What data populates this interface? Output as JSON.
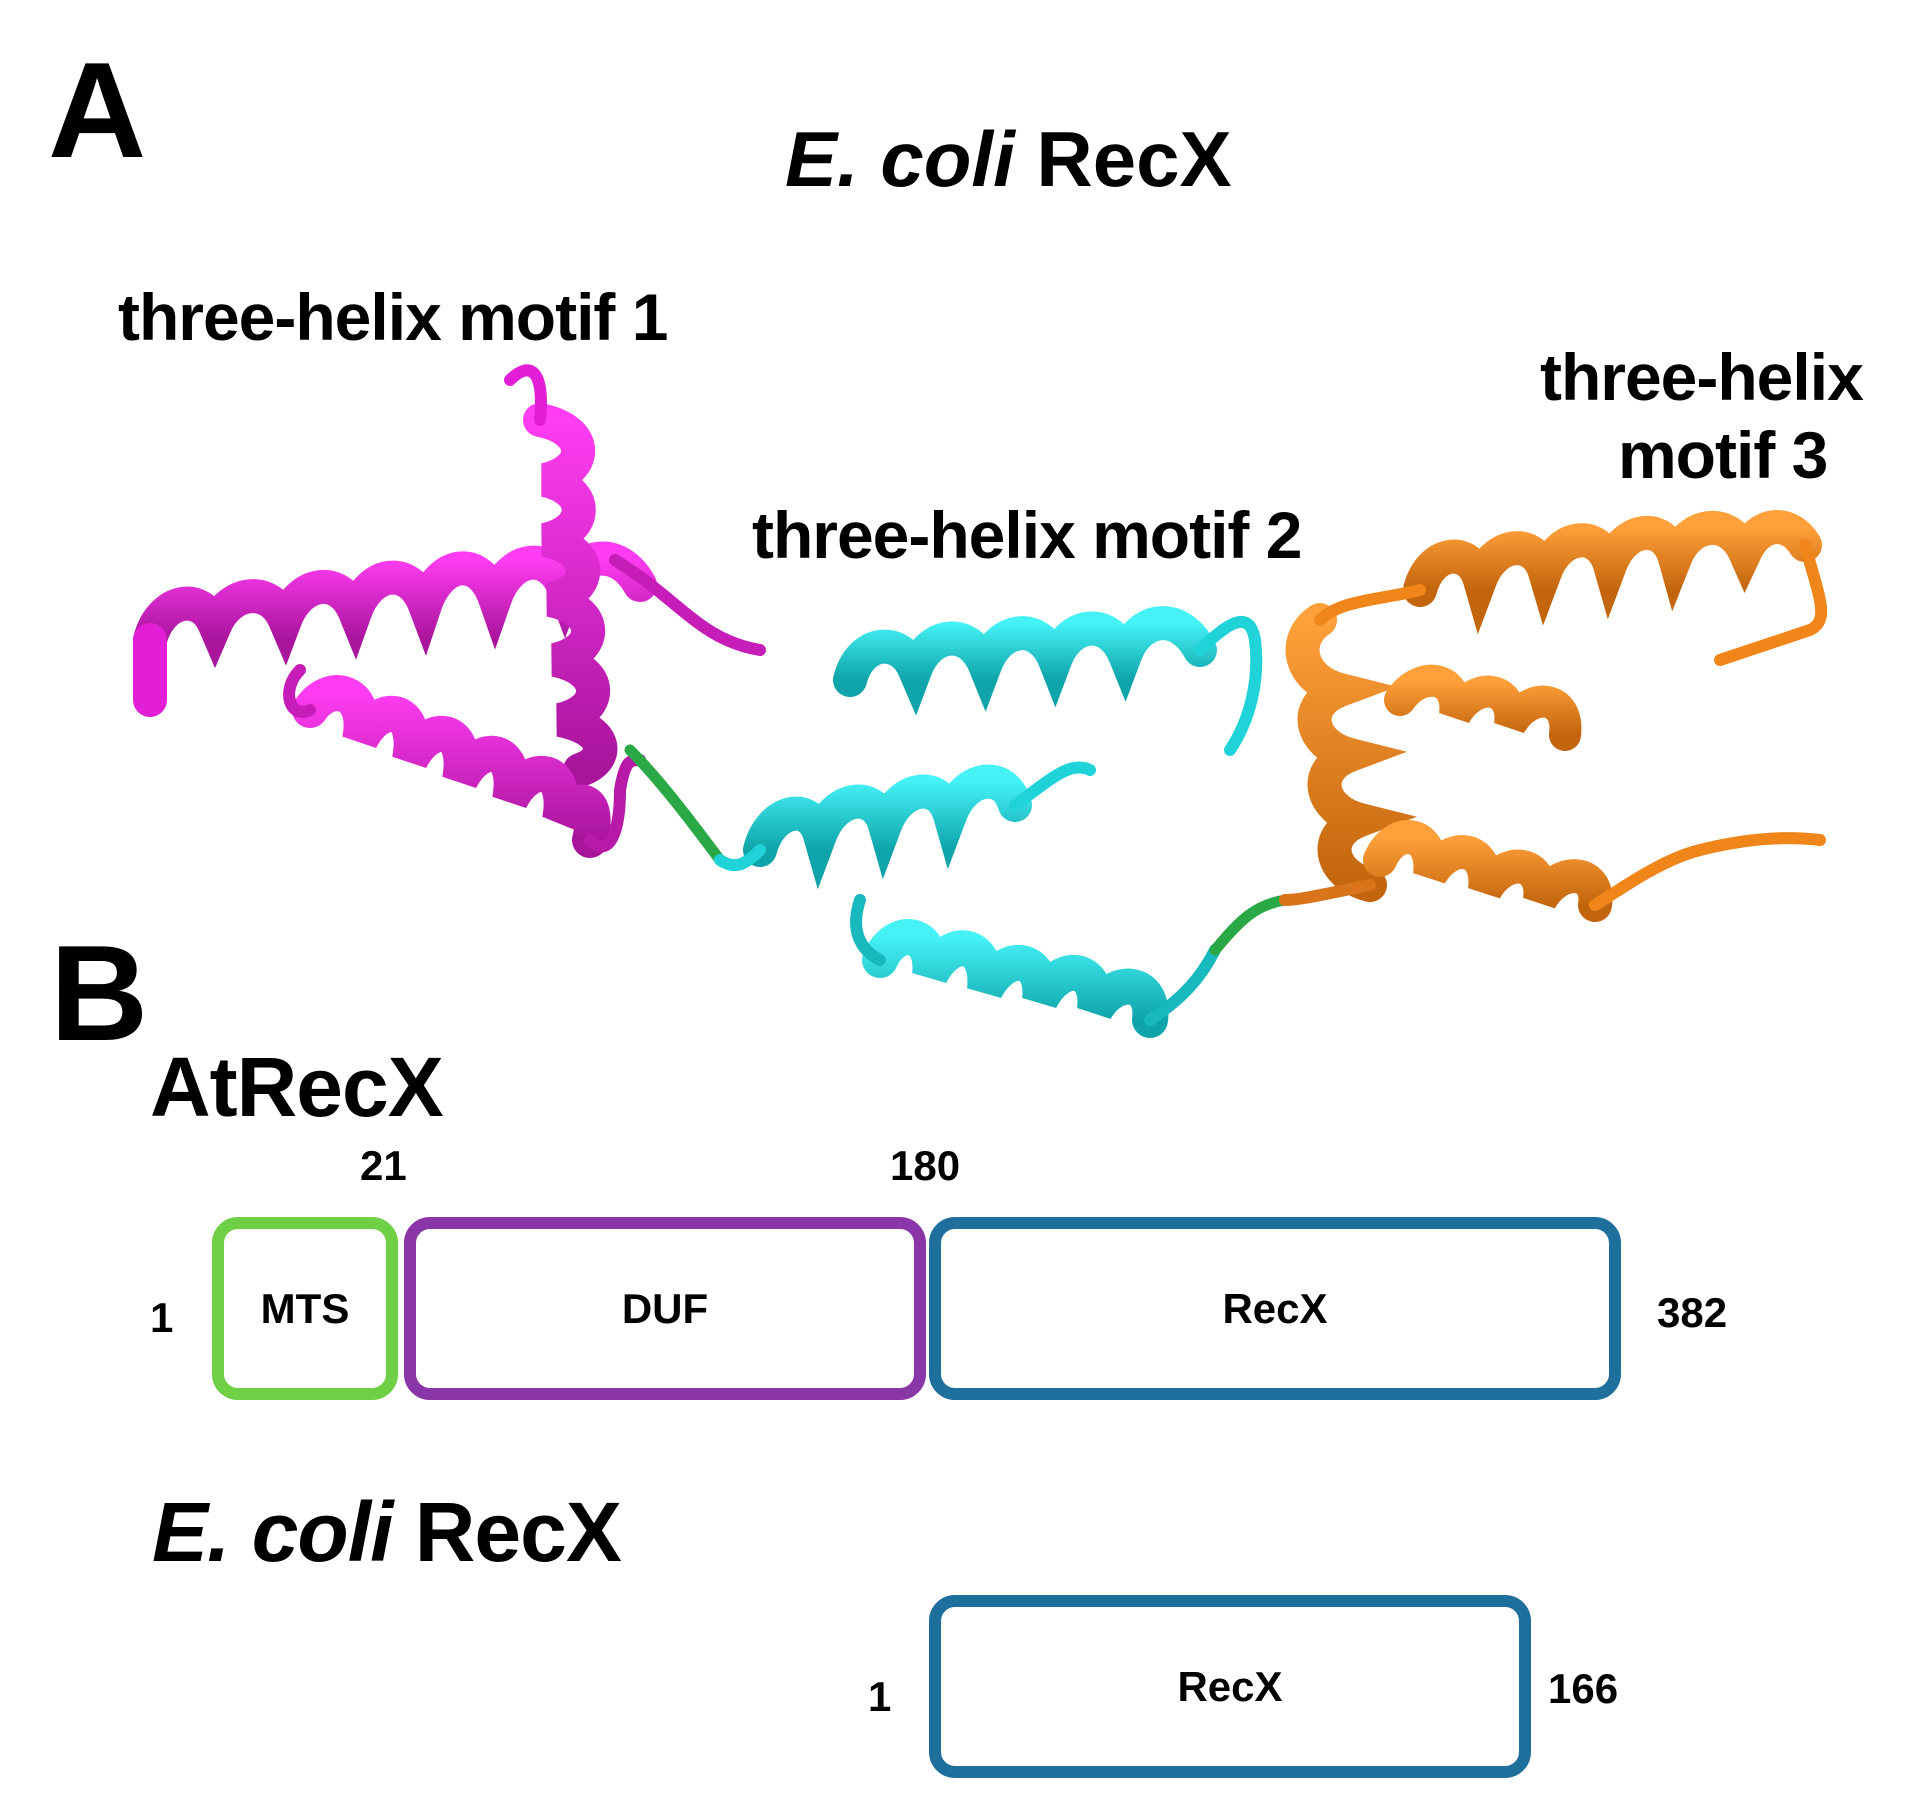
{
  "panel_a": {
    "letter": "A",
    "title_italic": "E. coli",
    "title_rest": "RecX",
    "motifs": [
      {
        "label": "three-helix motif 1",
        "color": "#e21fd6"
      },
      {
        "label": "three-helix motif 2",
        "color": "#1fd3d8"
      },
      {
        "label_line1": "three-helix",
        "label_line2": "motif 3",
        "color": "#f0861a"
      }
    ],
    "linker_color": "#2aa845"
  },
  "panel_b": {
    "letter": "B",
    "atrecx": {
      "name": "AtRecX",
      "start": "1",
      "end": "382",
      "boundary_1": "21",
      "boundary_2": "180",
      "domains": [
        {
          "label": "MTS",
          "color": "#6fcf45"
        },
        {
          "label": "DUF",
          "color": "#8a35a8"
        },
        {
          "label": "RecX",
          "color": "#1f6f9c"
        }
      ]
    },
    "ecoli": {
      "name_italic": "E. coli",
      "name_rest": "RecX",
      "start": "1",
      "end": "166",
      "domains": [
        {
          "label": "RecX",
          "color": "#1f6f9c"
        }
      ]
    }
  }
}
